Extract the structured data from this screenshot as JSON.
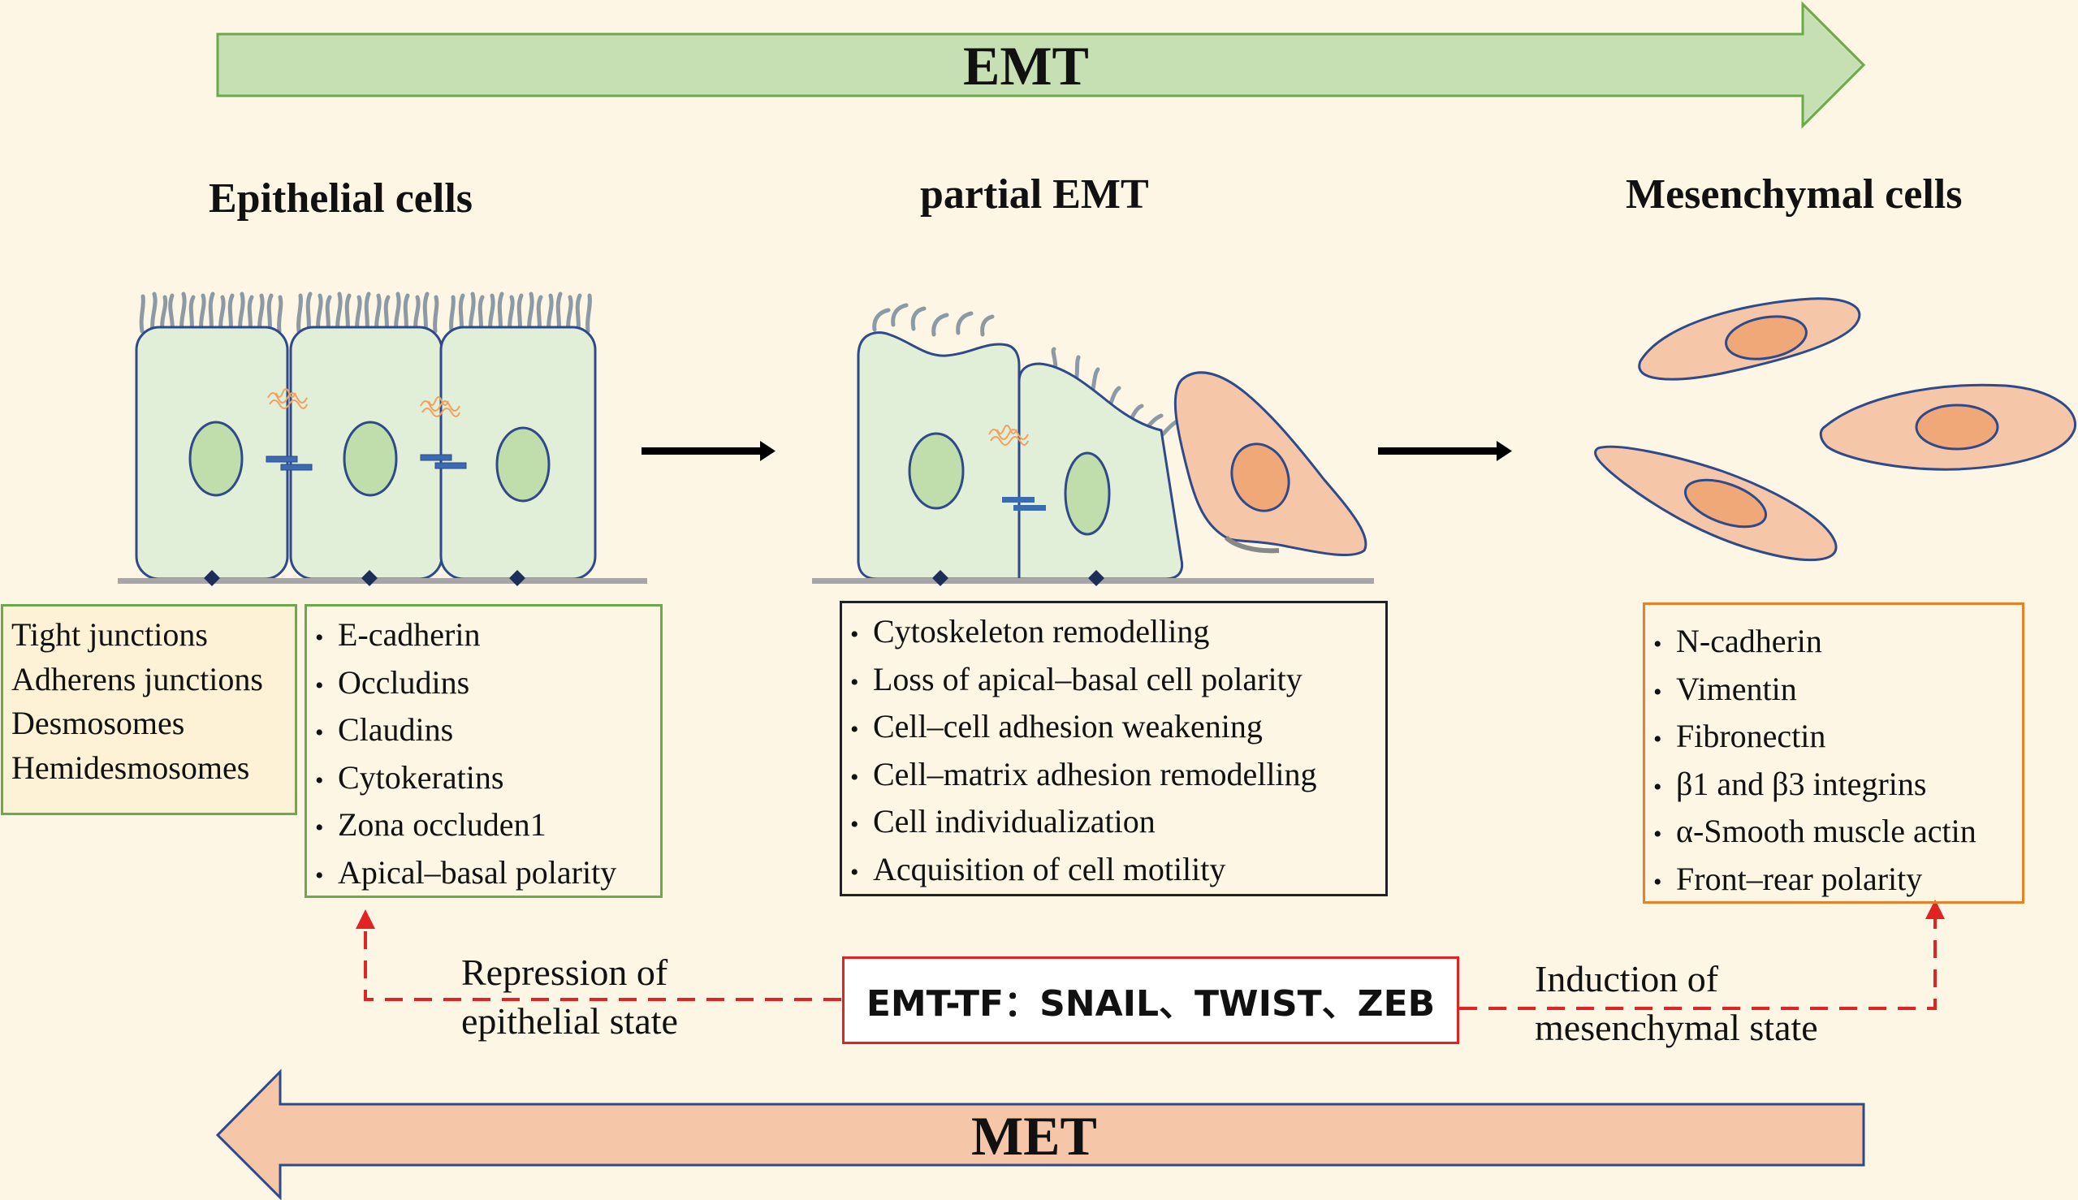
{
  "arrows": {
    "top": {
      "label": "EMT",
      "color": "#c6e0b4",
      "stroke": "#6aaa4a"
    },
    "bottom": {
      "label": "MET",
      "color": "#f6c6a9",
      "stroke": "#2e4a8a"
    }
  },
  "stages": {
    "epithelial": {
      "title": "Epithelial cells"
    },
    "partial": {
      "title": "partial EMT"
    },
    "mesenchymal": {
      "title": "Mesenchymal cells"
    }
  },
  "junction_list": {
    "items": [
      "Tight junctions",
      "Adherens junctions",
      "Desmosomes",
      "Hemidesmosomes"
    ],
    "border": "#6aaa4a"
  },
  "epithelial_markers": {
    "items": [
      "E-cadherin",
      "Occludins",
      "Claudins",
      "Cytokeratins",
      "Zona occluden1",
      "Apical–basal polarity"
    ],
    "border": "#6aaa4a"
  },
  "partial_features": {
    "items": [
      "Cytoskeleton remodelling",
      "Loss of apical–basal cell polarity",
      "Cell–cell adhesion weakening",
      "Cell–matrix adhesion remodelling",
      "Cell individualization",
      "Acquisition of cell motility"
    ],
    "border": "#222222"
  },
  "mesenchymal_markers": {
    "items": [
      "N-cadherin",
      "Vimentin",
      "Fibronectin",
      "β1 and β3 integrins",
      "α-Smooth muscle actin",
      "Front–rear polarity"
    ],
    "border": "#e8802a"
  },
  "regulation": {
    "tf_label": "EMT-TF：SNAIL、TWIST、ZEB",
    "repression_line1": "Repression of",
    "repression_line2": "epithelial state",
    "induction_line1": "Induction of",
    "induction_line2": "mesenchymal state",
    "dash_color": "#e02424"
  },
  "colors": {
    "epithelial_fill": "#e2efd8",
    "nucleus_fill": "#c0deac",
    "cell_stroke": "#2e4a8a",
    "mesenchymal_fill": "#f6c6a9",
    "mesenchymal_nucleus": "#f0a878",
    "cilia": "#8c9aa6",
    "baseline": "#a6a6a6"
  }
}
